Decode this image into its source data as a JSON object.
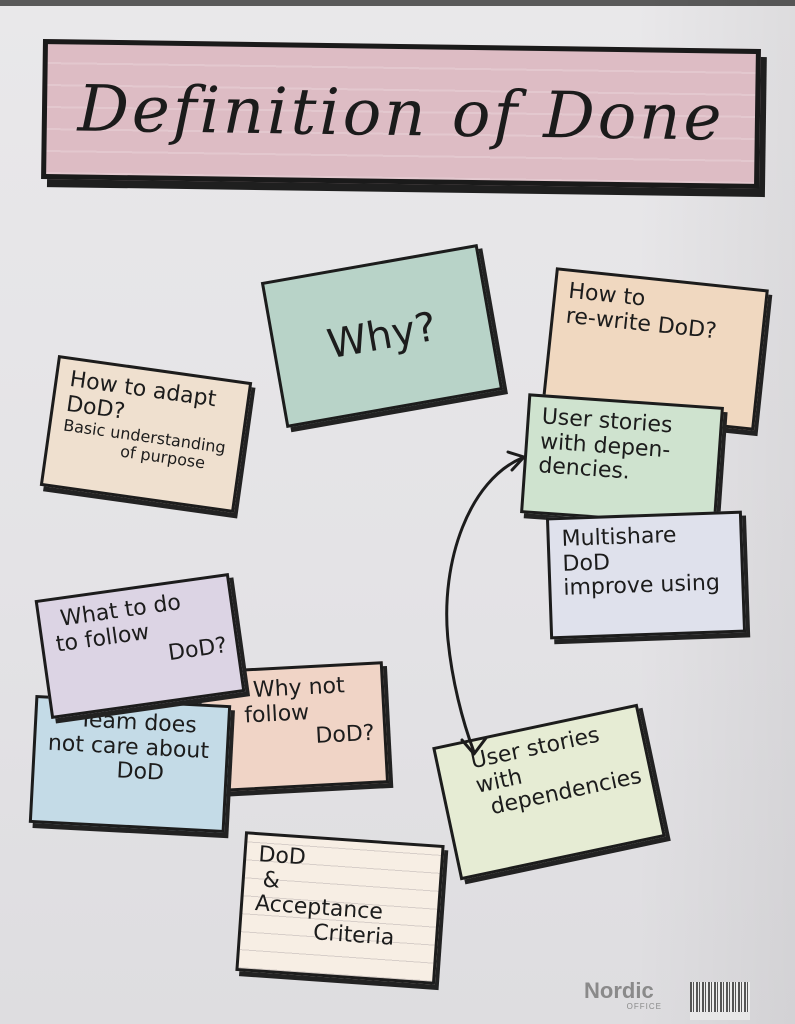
{
  "title": "Definition of Done",
  "cards": {
    "why": {
      "lines": [
        "Why?"
      ],
      "color": "#b8d3c8"
    },
    "adapt": {
      "lines": [
        "How to adapt",
        "DoD?",
        "Basic understanding",
        "of purpose"
      ],
      "color": "#efe0cf"
    },
    "rewrite": {
      "lines": [
        "How to",
        "re-write DoD?"
      ],
      "color": "#f0d8c0"
    },
    "stories_top": {
      "lines": [
        "User stories",
        "with depen-",
        "dencies."
      ],
      "color": "#cfe3cf"
    },
    "multishare": {
      "lines": [
        "Multishare",
        "DoD",
        "improve using"
      ],
      "color": "#dfe1ec"
    },
    "what_to_do": {
      "lines": [
        "What to do",
        "to follow",
        "DoD?"
      ],
      "color": "#dcd4e4"
    },
    "why_not": {
      "lines": [
        "Why not",
        "follow",
        "DoD?"
      ],
      "color": "#f0d4c6"
    },
    "team": {
      "lines": [
        "Team does",
        "not care about",
        "DoD"
      ],
      "color": "#c4dbe7"
    },
    "stories_bottom": {
      "lines": [
        "User stories",
        "with",
        "dependencies"
      ],
      "color": "#e6ecd4"
    },
    "acceptance": {
      "lines": [
        "DoD",
        "&",
        "Acceptance",
        "Criteria"
      ],
      "color": "#f7eee4"
    }
  },
  "logo": {
    "name": "Nordic",
    "sub": "OFFICE"
  }
}
